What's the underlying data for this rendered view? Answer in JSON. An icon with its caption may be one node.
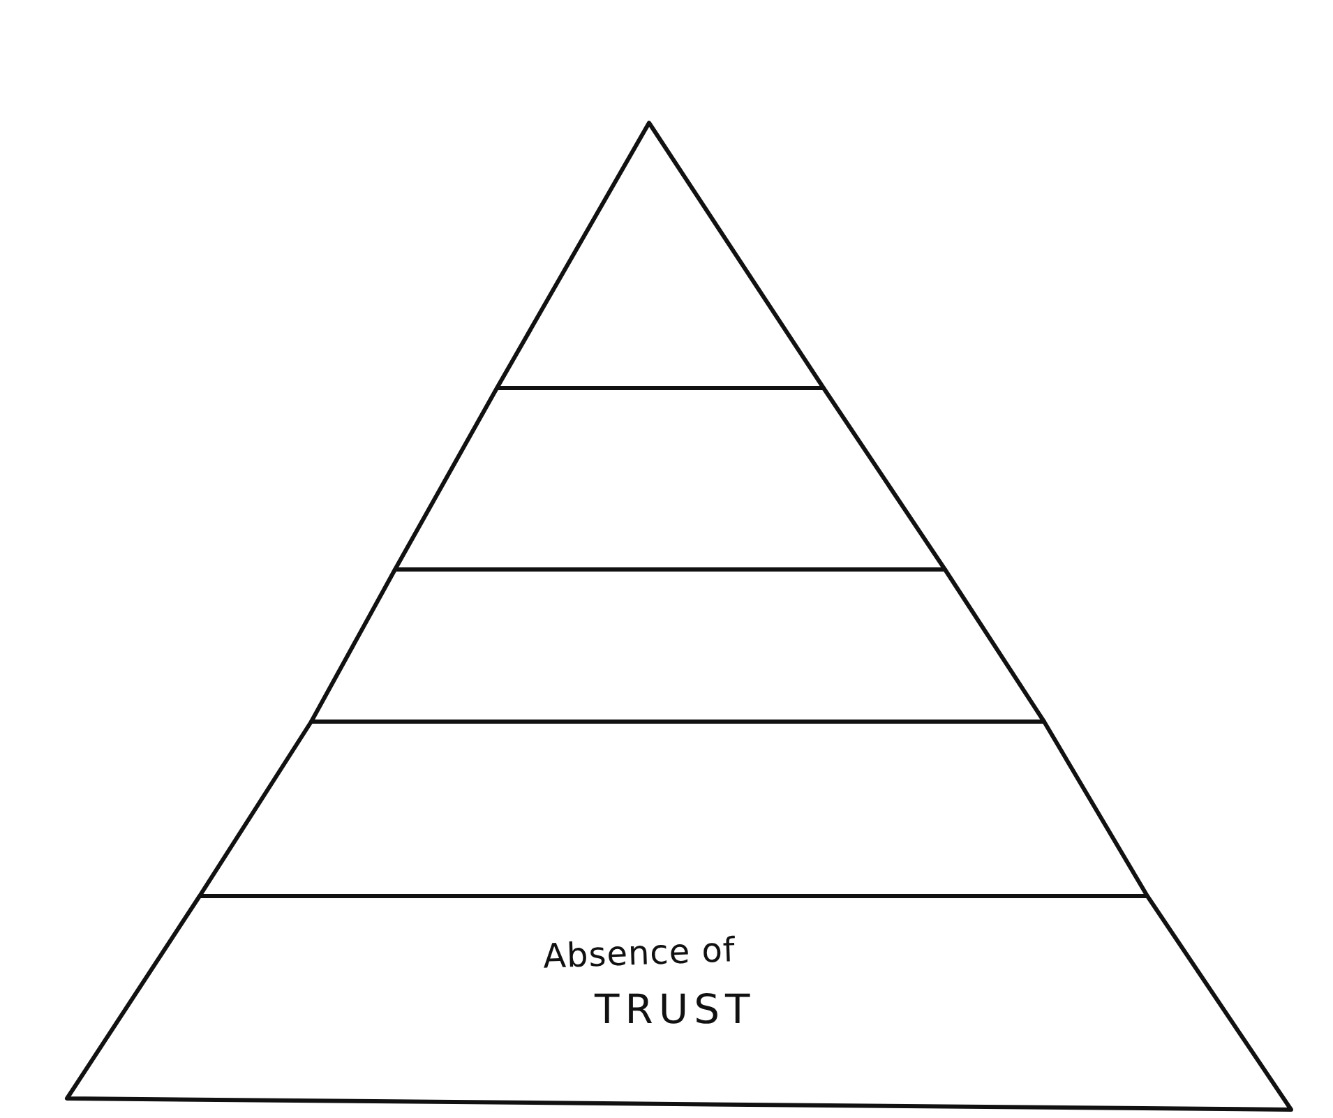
{
  "diagram": {
    "nodes": [
      {
        "text": [],
        "shape": "triangle"
      },
      {
        "text": [],
        "shape": "trapezoid"
      },
      {
        "text": [],
        "shape": "trapezoid"
      },
      {
        "text": [],
        "shape": "trapezoid"
      },
      {
        "text": [
          "Absence of",
          "TRUST"
        ]
      }
    ]
  }
}
